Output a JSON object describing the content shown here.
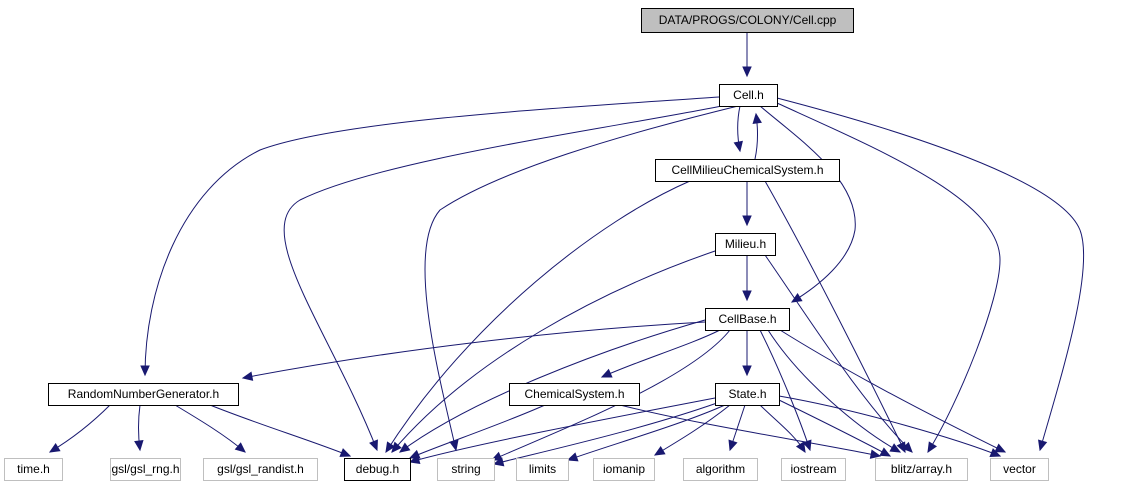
{
  "diagram": {
    "type": "include-dependency-graph",
    "colors": {
      "edge": "#191970",
      "root_fill": "#bfbfbf",
      "node_border": "#000000",
      "system_border": "#bfbfbf",
      "background": "#ffffff"
    },
    "nodes": [
      {
        "id": "cellcpp",
        "label": "DATA/PROGS/COLONY/Cell.cpp",
        "kind": "root"
      },
      {
        "id": "cellh",
        "label": "Cell.h",
        "kind": "project"
      },
      {
        "id": "cmcs",
        "label": "CellMilieuChemicalSystem.h",
        "kind": "project"
      },
      {
        "id": "milieu",
        "label": "Milieu.h",
        "kind": "project"
      },
      {
        "id": "cellbase",
        "label": "CellBase.h",
        "kind": "project"
      },
      {
        "id": "rng",
        "label": "RandomNumberGenerator.h",
        "kind": "project"
      },
      {
        "id": "chemsys",
        "label": "ChemicalSystem.h",
        "kind": "project"
      },
      {
        "id": "state",
        "label": "State.h",
        "kind": "project"
      },
      {
        "id": "timeh",
        "label": "time.h",
        "kind": "system"
      },
      {
        "id": "gslrng",
        "label": "gsl/gsl_rng.h",
        "kind": "system"
      },
      {
        "id": "gslrandist",
        "label": "gsl/gsl_randist.h",
        "kind": "system"
      },
      {
        "id": "debug",
        "label": "debug.h",
        "kind": "project"
      },
      {
        "id": "string",
        "label": "string",
        "kind": "system"
      },
      {
        "id": "limits",
        "label": "limits",
        "kind": "system"
      },
      {
        "id": "iomanip",
        "label": "iomanip",
        "kind": "system"
      },
      {
        "id": "algorithm",
        "label": "algorithm",
        "kind": "system"
      },
      {
        "id": "iostream",
        "label": "iostream",
        "kind": "system"
      },
      {
        "id": "blitz",
        "label": "blitz/array.h",
        "kind": "system"
      },
      {
        "id": "vector",
        "label": "vector",
        "kind": "system"
      }
    ],
    "edges": [
      [
        "cellcpp",
        "cellh"
      ],
      [
        "cellh",
        "cmcs"
      ],
      [
        "cmcs",
        "cellh"
      ],
      [
        "cellh",
        "rng"
      ],
      [
        "cellh",
        "debug"
      ],
      [
        "cellh",
        "string"
      ],
      [
        "cellh",
        "cellbase"
      ],
      [
        "cellh",
        "blitz"
      ],
      [
        "cellh",
        "vector"
      ],
      [
        "cmcs",
        "milieu"
      ],
      [
        "cmcs",
        "debug"
      ],
      [
        "cmcs",
        "blitz"
      ],
      [
        "milieu",
        "cellbase"
      ],
      [
        "milieu",
        "debug"
      ],
      [
        "milieu",
        "blitz"
      ],
      [
        "cellbase",
        "rng"
      ],
      [
        "cellbase",
        "chemsys"
      ],
      [
        "cellbase",
        "state"
      ],
      [
        "cellbase",
        "debug"
      ],
      [
        "cellbase",
        "string"
      ],
      [
        "cellbase",
        "iostream"
      ],
      [
        "cellbase",
        "blitz"
      ],
      [
        "cellbase",
        "vector"
      ],
      [
        "rng",
        "timeh"
      ],
      [
        "rng",
        "gslrng"
      ],
      [
        "rng",
        "gslrandist"
      ],
      [
        "rng",
        "debug"
      ],
      [
        "chemsys",
        "debug"
      ],
      [
        "chemsys",
        "blitz"
      ],
      [
        "state",
        "debug"
      ],
      [
        "state",
        "string"
      ],
      [
        "state",
        "limits"
      ],
      [
        "state",
        "iomanip"
      ],
      [
        "state",
        "algorithm"
      ],
      [
        "state",
        "iostream"
      ],
      [
        "state",
        "blitz"
      ],
      [
        "state",
        "vector"
      ]
    ]
  }
}
